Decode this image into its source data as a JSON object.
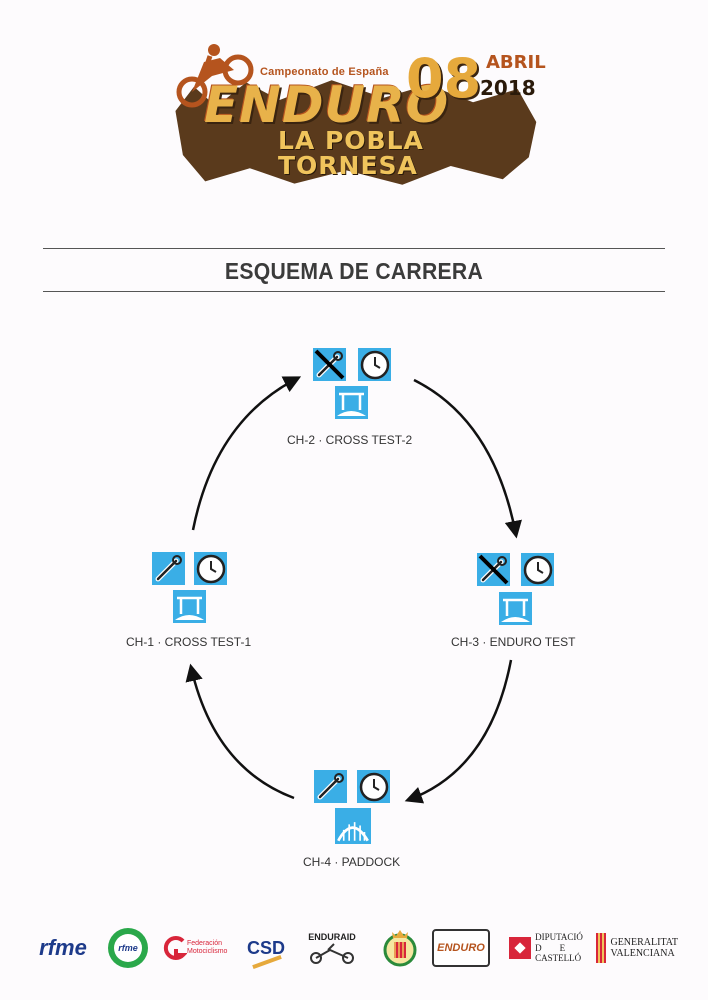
{
  "header": {
    "campeonato": "Campeonato de España",
    "event": "ENDURO",
    "venue": "LA POBLA TORNESA",
    "day": "08",
    "month": "ABRIL",
    "year": "2018"
  },
  "title": "ESQUEMA DE CARRERA",
  "checkpoints": [
    {
      "label": "CH-2 · CROSS TEST-2",
      "icons": [
        "tools-crossed-icon",
        "clock-icon",
        "cross-test-icon"
      ]
    },
    {
      "label": "CH-1 · CROSS TEST-1",
      "icons": [
        "tools-icon",
        "clock-icon",
        "cross-test-icon"
      ]
    },
    {
      "label": "CH-3 · ENDURO TEST",
      "icons": [
        "tools-crossed-icon",
        "clock-icon",
        "cross-test-icon"
      ]
    },
    {
      "label": "CH-4 · PADDOCK",
      "icons": [
        "tools-icon",
        "clock-icon",
        "paddock-icon"
      ]
    }
  ],
  "flow": [
    "CH-1 · CROSS TEST-1",
    "CH-2 · CROSS TEST-2",
    "CH-3 · ENDURO TEST",
    "CH-4 · PADDOCK"
  ],
  "colors": {
    "icon_bg": "#3aaee6",
    "arrow": "#111111",
    "rule": "#555555",
    "logo_gold": "#e6a93c",
    "logo_brown": "#5a3a1c"
  },
  "sponsors": {
    "rfme": "rfme",
    "rfme_green": "rfme",
    "federacion": "Federación Motociclismo",
    "csd": "CSD",
    "enduraid": "ENDURAID",
    "club": "ENDURO",
    "diputacio_1": "DIPUTACIÓ",
    "diputacio_2": "D        E",
    "diputacio_3": "CASTELLÓ",
    "generalitat_1": "GENERALITAT",
    "generalitat_2": "VALENCIANA"
  }
}
